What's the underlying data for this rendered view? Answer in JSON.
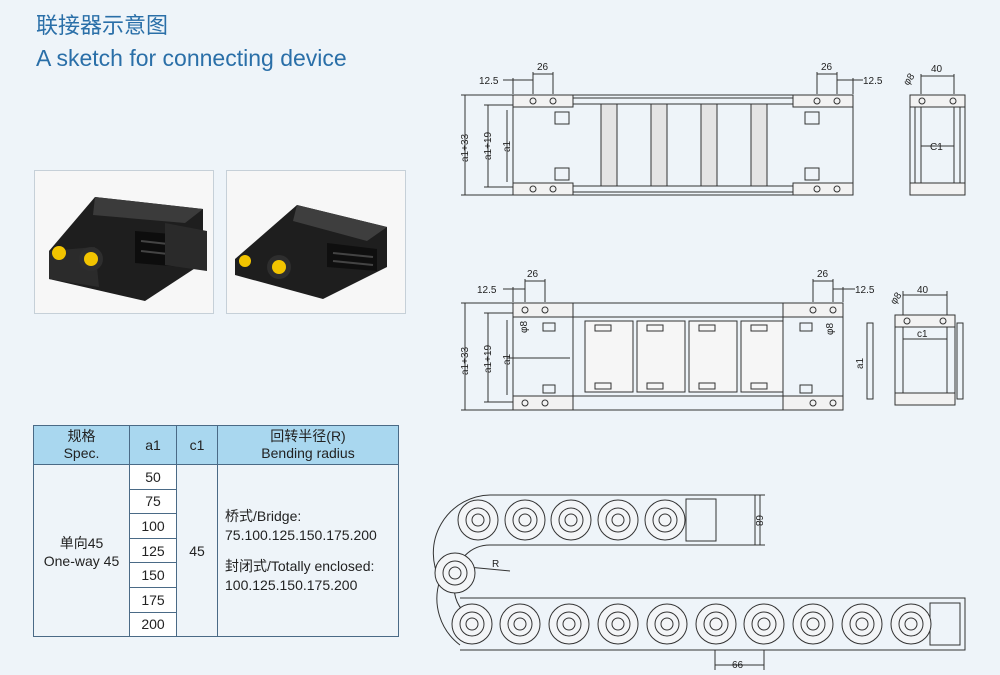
{
  "header": {
    "title_cn": "联接器示意图",
    "title_en": "A sketch for connecting device"
  },
  "photos": [
    {
      "alt": "connector photo 1"
    },
    {
      "alt": "connector photo 2"
    }
  ],
  "table": {
    "headers": {
      "spec_cn": "规格",
      "spec_en": "Spec.",
      "a1": "a1",
      "c1": "c1",
      "radius_cn": "回转半径(R)",
      "radius_en": "Bending radius"
    },
    "spec_cn": "单向45",
    "spec_en": "One-way 45",
    "a1_values": [
      "50",
      "75",
      "100",
      "125",
      "150",
      "175",
      "200"
    ],
    "c1_value": "45",
    "bridge_label": "桥式/Bridge:",
    "bridge_values": "75.100.125.150.175.200",
    "enclosed_label": "封闭式/Totally enclosed:",
    "enclosed_values": "100.125.150.175.200"
  },
  "drawing_top": {
    "dim_12_5_left": "12.5",
    "dim_26_left": "26",
    "dim_26_right": "26",
    "dim_12_5_right": "12.5",
    "dim_a1_33": "a1+33",
    "dim_a1_19": "a1+19",
    "dim_a1": "a1",
    "side_dia": "φ8",
    "side_40": "40",
    "side_c1": "C1"
  },
  "drawing_mid": {
    "dim_12_5_left": "12.5",
    "dim_26_left": "26",
    "dim_26_right": "26",
    "dim_12_5_right": "12.5",
    "dim_a1_33": "a1+33",
    "dim_a1_19": "a1+19",
    "dim_a1": "a1",
    "dia_left": "φ8",
    "dia_right": "φ8",
    "side_dia": "φ8",
    "side_40": "40",
    "side_c1": "c1",
    "side_a1": "a1"
  },
  "drawing_chain": {
    "dim_68": "68",
    "dim_66": "66",
    "radius_label": "R"
  },
  "colors": {
    "title": "#2a6fa8",
    "table_header": "#a9d7ef",
    "background": "#eef4f9"
  }
}
